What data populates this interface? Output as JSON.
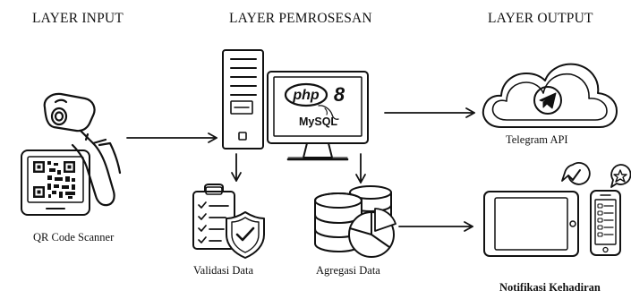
{
  "layers": {
    "input": "LAYER INPUT",
    "processing": "LAYER PEMROSESAN",
    "output": "LAYER OUTPUT"
  },
  "server_logos": {
    "php": "php",
    "php_version": "8",
    "mysql": "MySQL"
  },
  "captions": {
    "qr_scanner": "QR Code Scanner",
    "validation": "Validasi Data",
    "aggregation": "Agregasi Data",
    "telegram": "Telegram API",
    "notification": "Notifikasi Kehadiran"
  },
  "icons": {
    "scanner": "barcode-scanner-icon",
    "qr": "qr-code-tablet-icon",
    "server": "server-tower-icon",
    "monitor": "monitor-icon",
    "clipboard": "checklist-clipboard-icon",
    "shield": "shield-check-icon",
    "database": "database-icon",
    "pie": "pie-chart-icon",
    "cloud": "cloud-icon",
    "telegram": "telegram-plane-icon",
    "tablet": "tablet-icon",
    "phone": "smartphone-icon",
    "check_bubble": "check-bubble-icon",
    "star_bubble": "star-bubble-icon"
  },
  "colors": {
    "stroke": "#111111",
    "background": "#ffffff"
  }
}
